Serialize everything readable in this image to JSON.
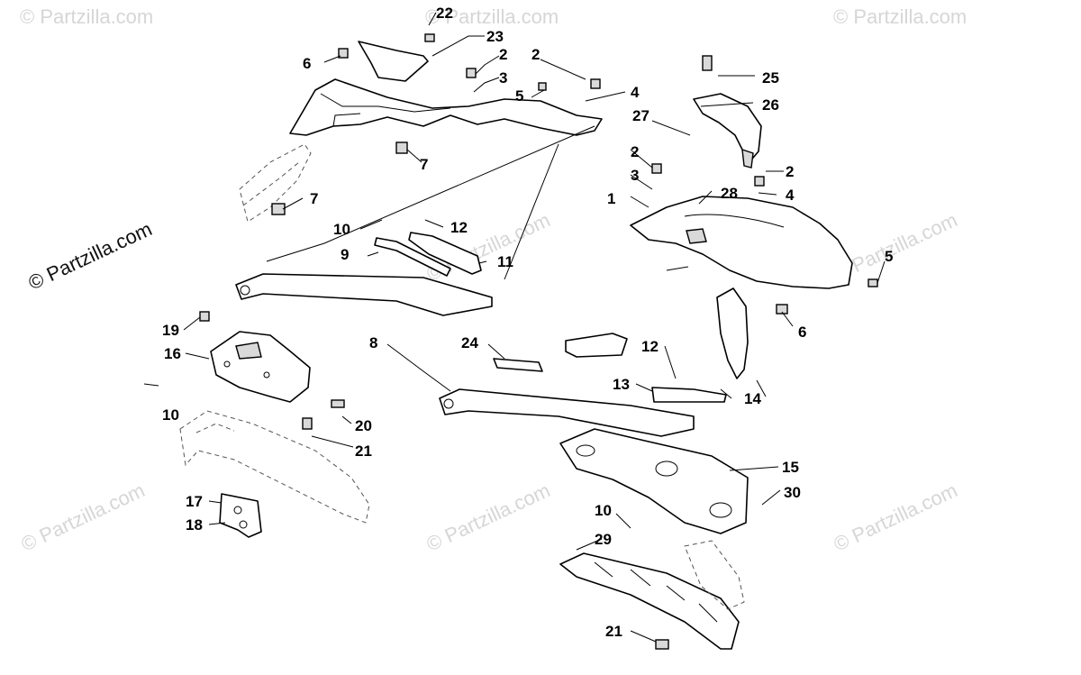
{
  "copyright": "© Partzilla.com",
  "watermark": "© Partzilla.com",
  "callouts": [
    {
      "id": "c22",
      "text": "22"
    },
    {
      "id": "c23",
      "text": "23"
    },
    {
      "id": "c6a",
      "text": "6"
    },
    {
      "id": "c2a",
      "text": "2"
    },
    {
      "id": "c3a",
      "text": "3"
    },
    {
      "id": "c5a",
      "text": "5"
    },
    {
      "id": "c2b",
      "text": "2"
    },
    {
      "id": "c4a",
      "text": "4"
    },
    {
      "id": "c7a",
      "text": "7"
    },
    {
      "id": "c7b",
      "text": "7"
    },
    {
      "id": "c25",
      "text": "25"
    },
    {
      "id": "c26",
      "text": "26"
    },
    {
      "id": "c27",
      "text": "27"
    },
    {
      "id": "c2c",
      "text": "2"
    },
    {
      "id": "c3b",
      "text": "3"
    },
    {
      "id": "c1",
      "text": "1"
    },
    {
      "id": "c2d",
      "text": "2"
    },
    {
      "id": "c28",
      "text": "28"
    },
    {
      "id": "c4b",
      "text": "4"
    },
    {
      "id": "c5b",
      "text": "5"
    },
    {
      "id": "c6b",
      "text": "6"
    },
    {
      "id": "c10a",
      "text": "10"
    },
    {
      "id": "c12a",
      "text": "12"
    },
    {
      "id": "c9",
      "text": "9"
    },
    {
      "id": "c11",
      "text": "11"
    },
    {
      "id": "c8",
      "text": "8"
    },
    {
      "id": "c24",
      "text": "24"
    },
    {
      "id": "c12b",
      "text": "12"
    },
    {
      "id": "c13",
      "text": "13"
    },
    {
      "id": "c14",
      "text": "14"
    },
    {
      "id": "c19",
      "text": "19"
    },
    {
      "id": "c16",
      "text": "16"
    },
    {
      "id": "c10b",
      "text": "10"
    },
    {
      "id": "c20",
      "text": "20"
    },
    {
      "id": "c21a",
      "text": "21"
    },
    {
      "id": "c17",
      "text": "17"
    },
    {
      "id": "c18",
      "text": "18"
    },
    {
      "id": "c15",
      "text": "15"
    },
    {
      "id": "c30",
      "text": "30"
    },
    {
      "id": "c10c",
      "text": "10"
    },
    {
      "id": "c29",
      "text": "29"
    },
    {
      "id": "c21b",
      "text": "21"
    }
  ]
}
